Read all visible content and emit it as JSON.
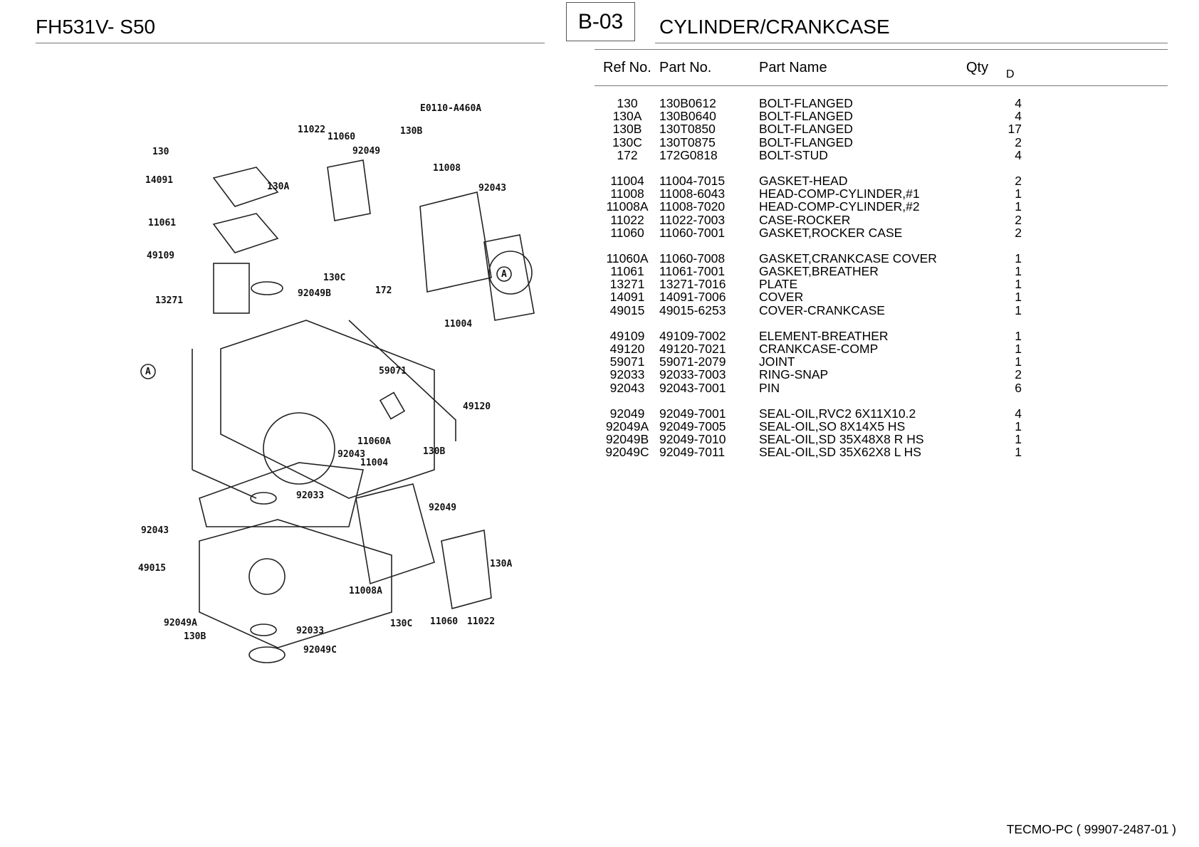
{
  "header": {
    "model": "FH531V- S50",
    "page_code": "B-03",
    "title": "CYLINDER/CRANKCASE"
  },
  "table": {
    "col_ref": "Ref No.",
    "col_part": "Part No.",
    "col_name": "Part Name",
    "col_qty": "Qty",
    "col_d": "D",
    "groups": [
      [
        {
          "ref": "130",
          "part": "130B0612",
          "name": "BOLT-FLANGED",
          "qty": "4"
        },
        {
          "ref": "130A",
          "part": "130B0640",
          "name": "BOLT-FLANGED",
          "qty": "4"
        },
        {
          "ref": "130B",
          "part": "130T0850",
          "name": "BOLT-FLANGED",
          "qty": "17"
        },
        {
          "ref": "130C",
          "part": "130T0875",
          "name": "BOLT-FLANGED",
          "qty": "2"
        },
        {
          "ref": "172",
          "part": "172G0818",
          "name": "BOLT-STUD",
          "qty": "4"
        }
      ],
      [
        {
          "ref": "11004",
          "part": "11004-7015",
          "name": "GASKET-HEAD",
          "qty": "2"
        },
        {
          "ref": "11008",
          "part": "11008-6043",
          "name": "HEAD-COMP-CYLINDER,#1",
          "qty": "1"
        },
        {
          "ref": "11008A",
          "part": "11008-7020",
          "name": "HEAD-COMP-CYLINDER,#2",
          "qty": "1"
        },
        {
          "ref": "11022",
          "part": "11022-7003",
          "name": "CASE-ROCKER",
          "qty": "2"
        },
        {
          "ref": "11060",
          "part": "11060-7001",
          "name": "GASKET,ROCKER CASE",
          "qty": "2"
        }
      ],
      [
        {
          "ref": "11060A",
          "part": "11060-7008",
          "name": "GASKET,CRANKCASE COVER",
          "qty": "1"
        },
        {
          "ref": "11061",
          "part": "11061-7001",
          "name": "GASKET,BREATHER",
          "qty": "1"
        },
        {
          "ref": "13271",
          "part": "13271-7016",
          "name": "PLATE",
          "qty": "1"
        },
        {
          "ref": "14091",
          "part": "14091-7006",
          "name": "COVER",
          "qty": "1"
        },
        {
          "ref": "49015",
          "part": "49015-6253",
          "name": "COVER-CRANKCASE",
          "qty": "1"
        }
      ],
      [
        {
          "ref": "49109",
          "part": "49109-7002",
          "name": "ELEMENT-BREATHER",
          "qty": "1"
        },
        {
          "ref": "49120",
          "part": "49120-7021",
          "name": "CRANKCASE-COMP",
          "qty": "1"
        },
        {
          "ref": "59071",
          "part": "59071-2079",
          "name": "JOINT",
          "qty": "1"
        },
        {
          "ref": "92033",
          "part": "92033-7003",
          "name": "RING-SNAP",
          "qty": "2"
        },
        {
          "ref": "92043",
          "part": "92043-7001",
          "name": "PIN",
          "qty": "6"
        }
      ],
      [
        {
          "ref": "92049",
          "part": "92049-7001",
          "name": "SEAL-OIL,RVC2 6X11X10.2",
          "qty": "4"
        },
        {
          "ref": "92049A",
          "part": "92049-7005",
          "name": "SEAL-OIL,SO 8X14X5 HS",
          "qty": "1"
        },
        {
          "ref": "92049B",
          "part": "92049-7010",
          "name": "SEAL-OIL,SD 35X48X8 R HS",
          "qty": "1"
        },
        {
          "ref": "92049C",
          "part": "92049-7011",
          "name": "SEAL-OIL,SD 35X62X8 L HS",
          "qty": "1"
        }
      ]
    ]
  },
  "diagram": {
    "code": "E0110-A460A",
    "labels": [
      "11022",
      "11060",
      "130B",
      "130",
      "92049",
      "11008",
      "14091",
      "130A",
      "92043",
      "11061",
      "49109",
      "130C",
      "172",
      "13271",
      "92049B",
      "11004",
      "59071",
      "49120",
      "11060A",
      "92043",
      "130B",
      "11004",
      "92033",
      "92049",
      "92043",
      "49015",
      "130A",
      "11008A",
      "92049A",
      "130C",
      "11060",
      "11022",
      "92033",
      "130B",
      "92049C"
    ],
    "marker": "A"
  },
  "footer": {
    "text": "TECMO-PC  ( 99907-2487-01 )"
  }
}
